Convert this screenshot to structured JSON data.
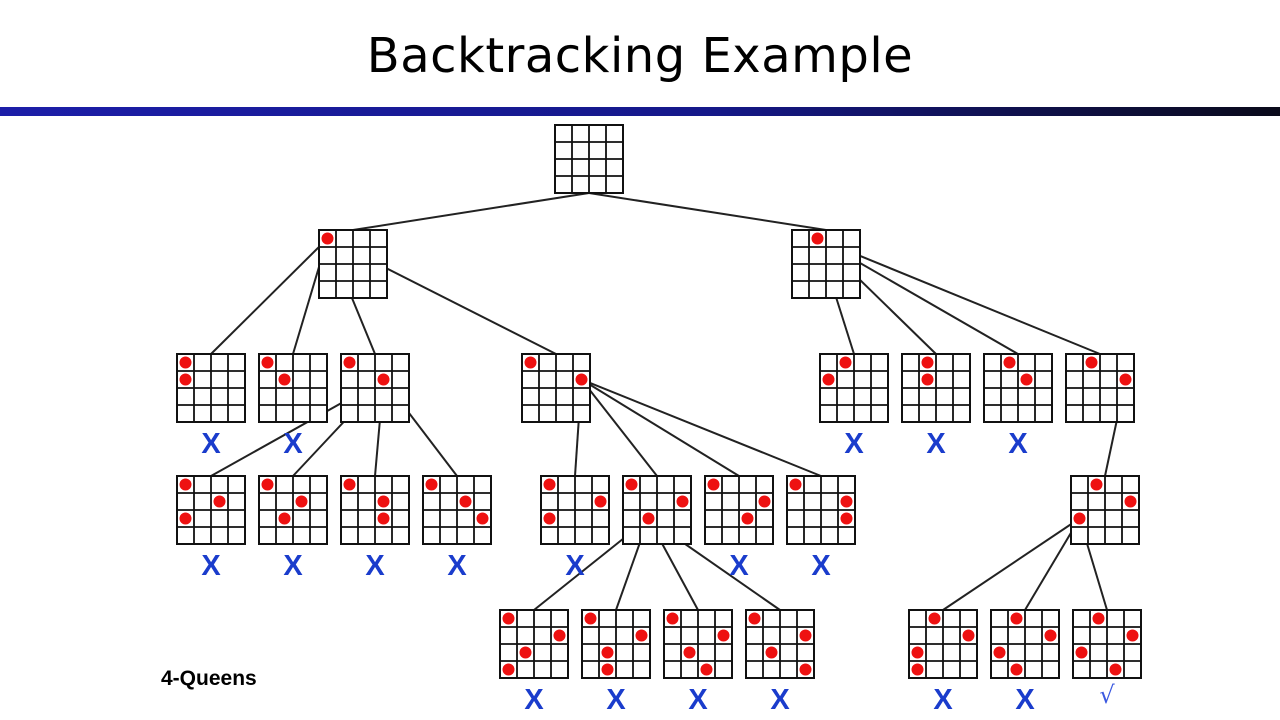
{
  "slide": {
    "title": "Backtracking Example",
    "caption": "4-Queens"
  },
  "colors": {
    "queen": "#ee1111",
    "fail_mark": "#1a3ccc",
    "solution_mark": "#3a58e0",
    "rule_start": "#1c1ea8",
    "rule_end": "#0a0a1a"
  },
  "marks": {
    "fail": "X",
    "solution": "√"
  },
  "tree": {
    "nodes": [
      {
        "id": "root",
        "queens": [],
        "status": "expand"
      },
      {
        "id": "a",
        "queens": [
          [
            1,
            1
          ]
        ],
        "status": "expand"
      },
      {
        "id": "b",
        "queens": [
          [
            1,
            2
          ]
        ],
        "status": "expand"
      },
      {
        "id": "a1",
        "queens": [
          [
            1,
            1
          ],
          [
            2,
            1
          ]
        ],
        "status": "fail"
      },
      {
        "id": "a2",
        "queens": [
          [
            1,
            1
          ],
          [
            2,
            2
          ]
        ],
        "status": "fail"
      },
      {
        "id": "a3",
        "queens": [
          [
            1,
            1
          ],
          [
            2,
            3
          ]
        ],
        "status": "expand"
      },
      {
        "id": "a4",
        "queens": [
          [
            1,
            1
          ],
          [
            2,
            4
          ]
        ],
        "status": "expand"
      },
      {
        "id": "a3a",
        "queens": [
          [
            1,
            1
          ],
          [
            3,
            1
          ],
          [
            2,
            3
          ]
        ],
        "status": "fail"
      },
      {
        "id": "a3b",
        "queens": [
          [
            1,
            1
          ],
          [
            3,
            2
          ],
          [
            2,
            3
          ]
        ],
        "status": "fail"
      },
      {
        "id": "a3c",
        "queens": [
          [
            1,
            1
          ],
          [
            2,
            3
          ],
          [
            3,
            3
          ]
        ],
        "status": "fail"
      },
      {
        "id": "a3d",
        "queens": [
          [
            1,
            1
          ],
          [
            2,
            3
          ],
          [
            3,
            4
          ]
        ],
        "status": "fail"
      },
      {
        "id": "a4a",
        "queens": [
          [
            1,
            1
          ],
          [
            3,
            1
          ],
          [
            2,
            4
          ]
        ],
        "status": "fail"
      },
      {
        "id": "a4b",
        "queens": [
          [
            1,
            1
          ],
          [
            3,
            2
          ],
          [
            2,
            4
          ]
        ],
        "status": "expand"
      },
      {
        "id": "a4c",
        "queens": [
          [
            1,
            1
          ],
          [
            3,
            3
          ],
          [
            2,
            4
          ]
        ],
        "status": "fail"
      },
      {
        "id": "a4d",
        "queens": [
          [
            1,
            1
          ],
          [
            2,
            4
          ],
          [
            3,
            4
          ]
        ],
        "status": "fail"
      },
      {
        "id": "a4b1",
        "queens": [
          [
            1,
            1
          ],
          [
            3,
            2
          ],
          [
            2,
            4
          ],
          [
            4,
            1
          ]
        ],
        "status": "fail"
      },
      {
        "id": "a4b2",
        "queens": [
          [
            1,
            1
          ],
          [
            3,
            2
          ],
          [
            2,
            4
          ],
          [
            4,
            2
          ]
        ],
        "status": "fail"
      },
      {
        "id": "a4b3",
        "queens": [
          [
            1,
            1
          ],
          [
            3,
            2
          ],
          [
            2,
            4
          ],
          [
            4,
            3
          ]
        ],
        "status": "fail"
      },
      {
        "id": "a4b4",
        "queens": [
          [
            1,
            1
          ],
          [
            3,
            2
          ],
          [
            2,
            4
          ],
          [
            4,
            4
          ]
        ],
        "status": "fail"
      },
      {
        "id": "b1",
        "queens": [
          [
            2,
            1
          ],
          [
            1,
            2
          ]
        ],
        "status": "fail"
      },
      {
        "id": "b2",
        "queens": [
          [
            1,
            2
          ],
          [
            2,
            2
          ]
        ],
        "status": "fail"
      },
      {
        "id": "b3",
        "queens": [
          [
            1,
            2
          ],
          [
            2,
            3
          ]
        ],
        "status": "fail"
      },
      {
        "id": "b4",
        "queens": [
          [
            1,
            2
          ],
          [
            2,
            4
          ]
        ],
        "status": "expand"
      },
      {
        "id": "b4x",
        "queens": [
          [
            3,
            1
          ],
          [
            1,
            2
          ],
          [
            2,
            4
          ]
        ],
        "status": "expand"
      },
      {
        "id": "b4x1",
        "queens": [
          [
            3,
            1
          ],
          [
            1,
            2
          ],
          [
            2,
            4
          ],
          [
            4,
            1
          ]
        ],
        "status": "fail"
      },
      {
        "id": "b4x2",
        "queens": [
          [
            3,
            1
          ],
          [
            1,
            2
          ],
          [
            2,
            4
          ],
          [
            4,
            2
          ]
        ],
        "status": "fail"
      },
      {
        "id": "b4x3",
        "queens": [
          [
            3,
            1
          ],
          [
            1,
            2
          ],
          [
            2,
            4
          ],
          [
            4,
            3
          ]
        ],
        "status": "solution"
      }
    ],
    "edges": [
      [
        "root",
        "a"
      ],
      [
        "root",
        "b"
      ],
      [
        "a",
        "a1"
      ],
      [
        "a",
        "a2"
      ],
      [
        "a",
        "a3"
      ],
      [
        "a",
        "a4"
      ],
      [
        "a3",
        "a3a"
      ],
      [
        "a3",
        "a3b"
      ],
      [
        "a3",
        "a3c"
      ],
      [
        "a3",
        "a3d"
      ],
      [
        "a4",
        "a4a"
      ],
      [
        "a4",
        "a4b"
      ],
      [
        "a4",
        "a4c"
      ],
      [
        "a4",
        "a4d"
      ],
      [
        "a4b",
        "a4b1"
      ],
      [
        "a4b",
        "a4b2"
      ],
      [
        "a4b",
        "a4b3"
      ],
      [
        "a4b",
        "a4b4"
      ],
      [
        "b",
        "b1"
      ],
      [
        "b",
        "b2"
      ],
      [
        "b",
        "b3"
      ],
      [
        "b",
        "b4"
      ],
      [
        "b4",
        "b4x"
      ],
      [
        "b4x",
        "b4x1"
      ],
      [
        "b4x",
        "b4x2"
      ],
      [
        "b4x",
        "b4x3"
      ]
    ]
  }
}
